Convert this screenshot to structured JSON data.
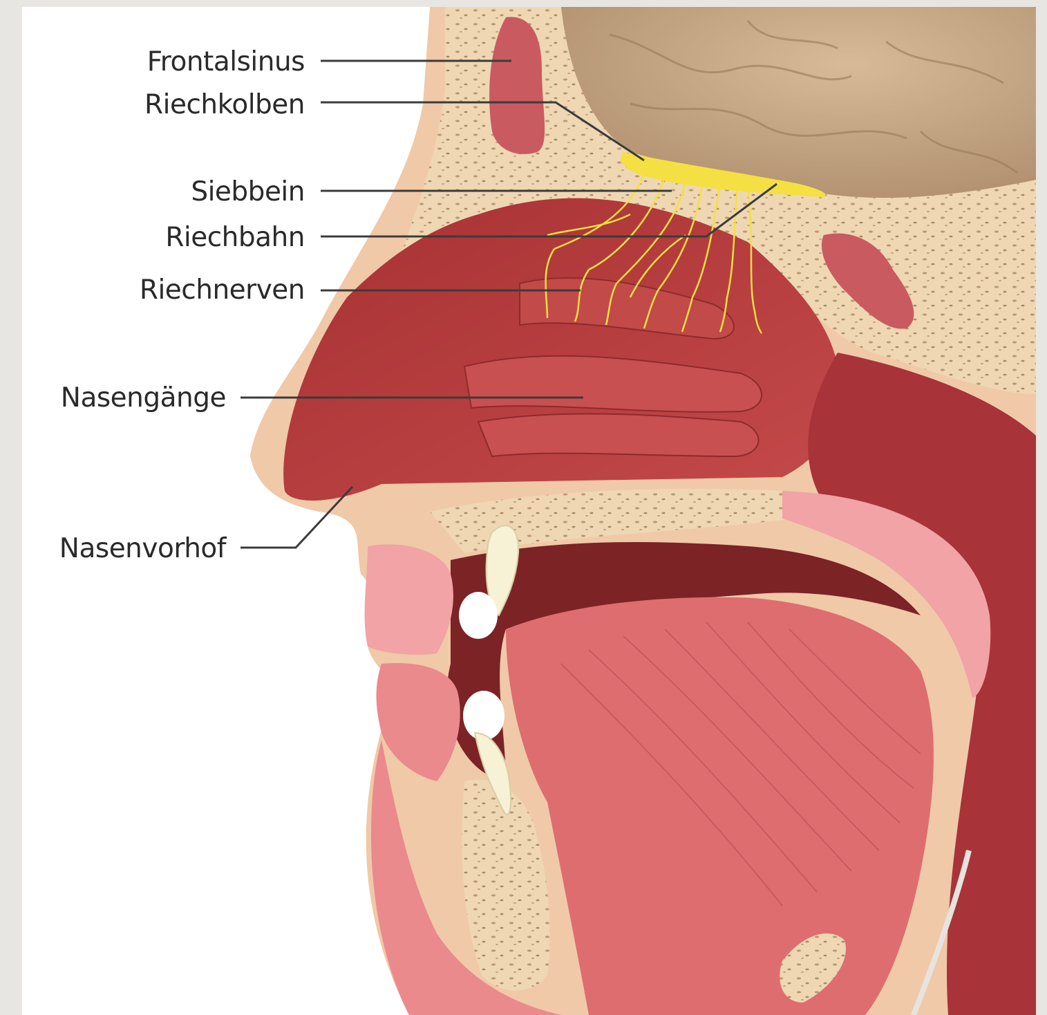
{
  "labels": {
    "frontalsinus": "Frontalsinus",
    "riechkolben": "Riechkolben",
    "siebbein": "Siebbein",
    "riechbahn": "Riechbahn",
    "riechnerven": "Riechnerven",
    "nasengaenge": "Nasengänge",
    "nasenvorhof": "Nasenvorhof"
  },
  "colors": {
    "skin": "#f0c9a8",
    "bone": "#efd7b4",
    "mucosa": "#b83b3c",
    "dark_cavity": "#7c2326",
    "pink_tissue": "#f1a3a6",
    "tongue": "#de6d70",
    "brain": "#c4a585",
    "nerve": "#f4e043",
    "leader_line": "#3b3b3b"
  }
}
